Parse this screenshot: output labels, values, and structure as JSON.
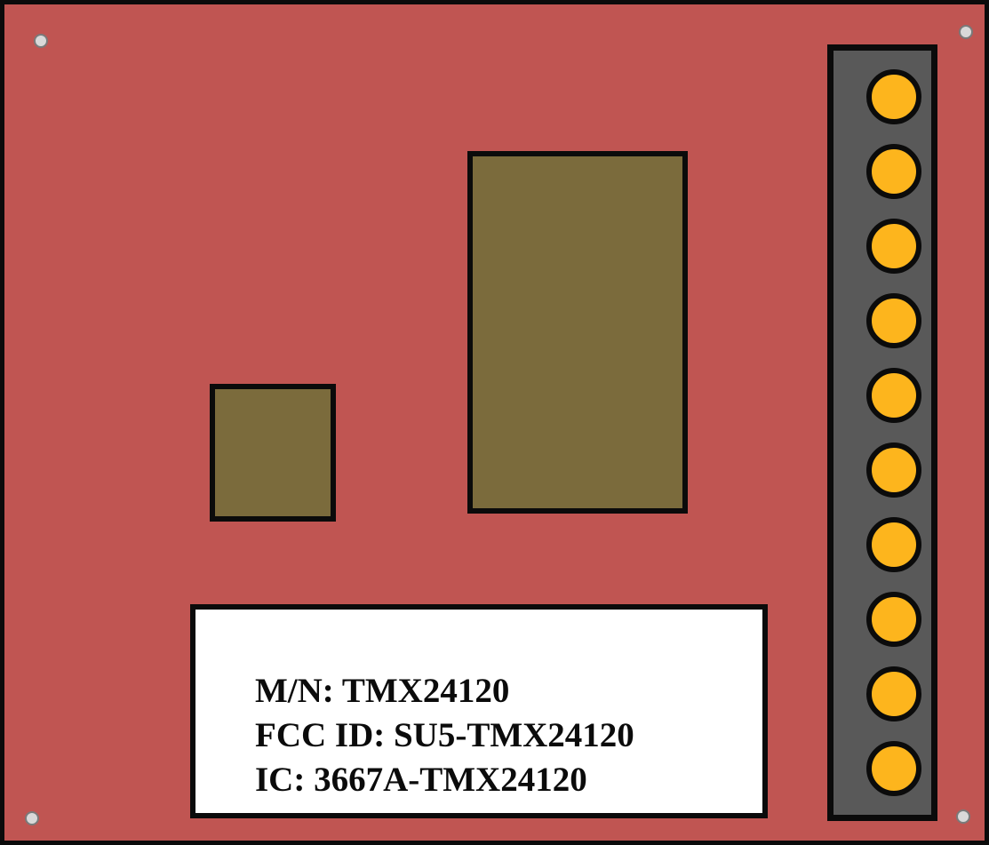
{
  "colors": {
    "board": "#c05552",
    "chip": "#7b6b3c",
    "header": "#595959",
    "pin": "#fdb51d",
    "label_bg": "#ffffff",
    "outline": "#0b0b0b"
  },
  "label": {
    "model_number": "M/N: TMX24120",
    "fcc_id": "FCC ID: SU5-TMX24120",
    "ic": "IC: 3667A-TMX24120"
  },
  "header": {
    "pin_count": 10
  },
  "mounting_holes": {
    "count": 4
  }
}
